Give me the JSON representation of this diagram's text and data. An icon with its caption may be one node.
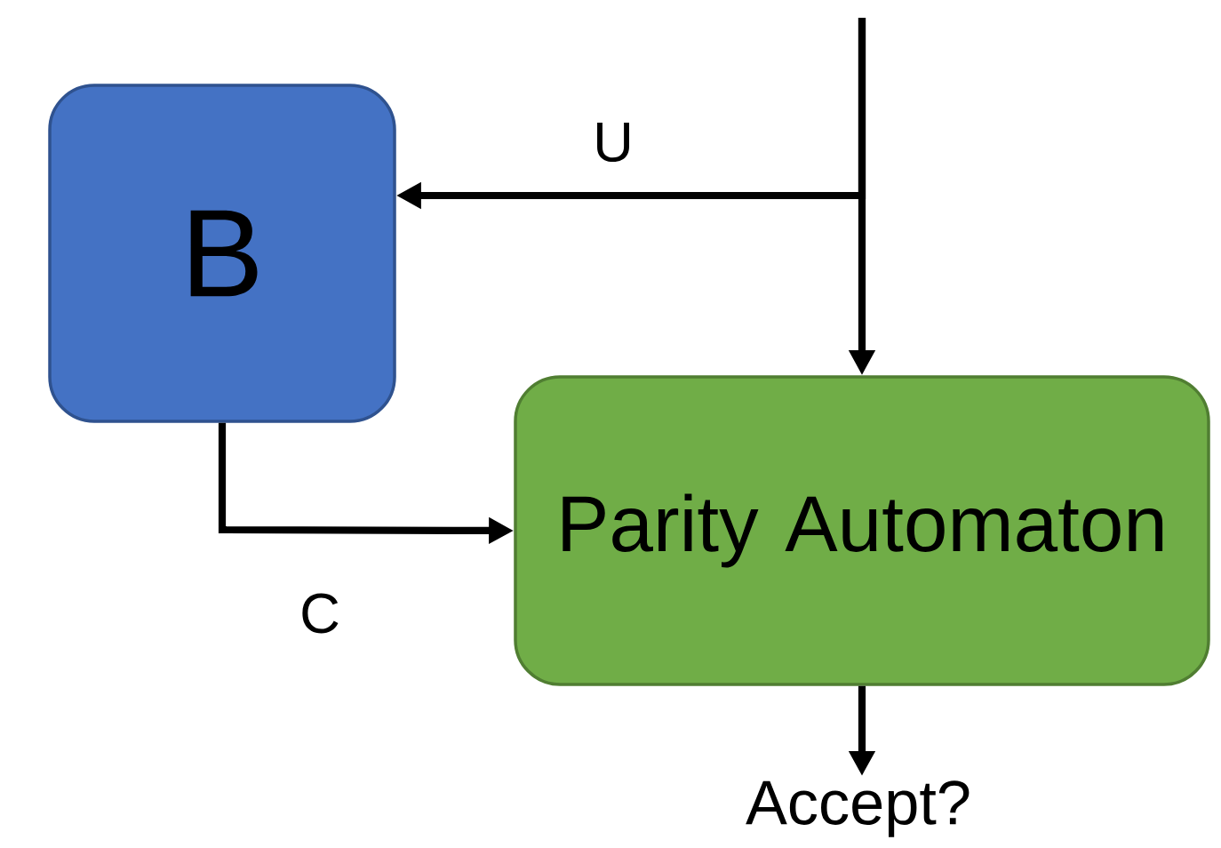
{
  "diagram": {
    "nodes": [
      {
        "text": [
          "B"
        ]
      },
      {
        "text": [
          "Parity Automaton"
        ]
      },
      {
        "text": [
          "Accept?"
        ]
      }
    ],
    "edges": [
      {
        "from": null,
        "to": 0,
        "arrow": "to",
        "label": "U"
      },
      {
        "from": null,
        "to": 1,
        "arrow": "to"
      },
      {
        "from": 0,
        "to": 1,
        "arrow": "to",
        "label": "C"
      },
      {
        "from": 1,
        "to": 2,
        "arrow": "to"
      }
    ]
  }
}
